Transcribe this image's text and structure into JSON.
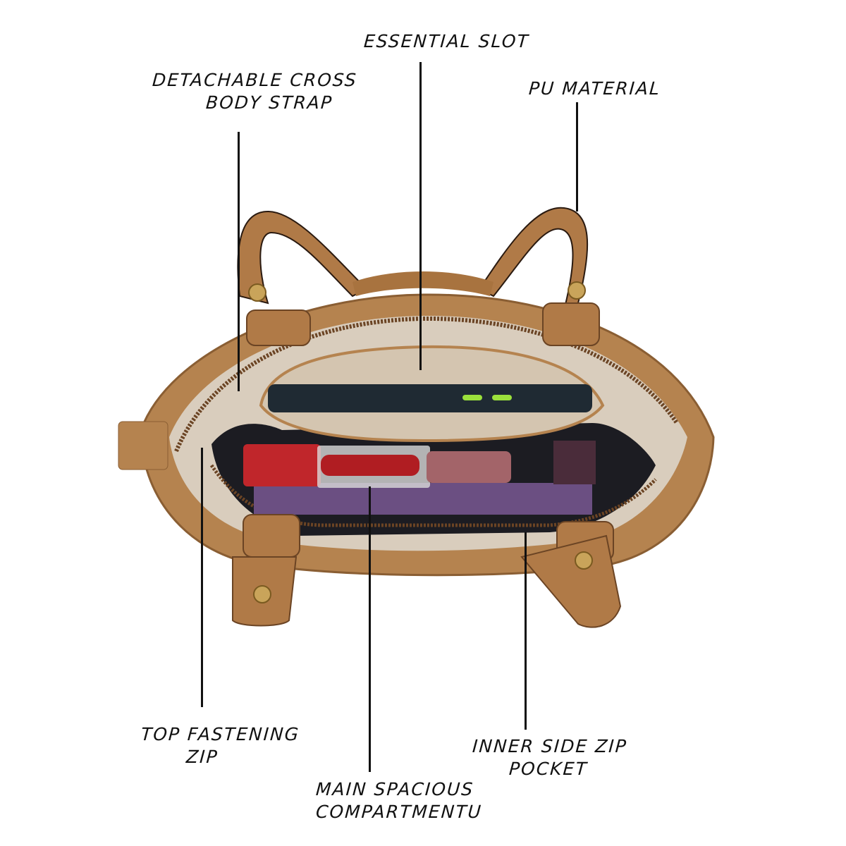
{
  "callouts": {
    "essential_slot": "ESSENTIAL SLOT",
    "detachable_strap_1": "DETACHABLE CROSS",
    "detachable_strap_2": "BODY STRAP",
    "pu_material": "PU MATERIAL",
    "top_zip_1": "TOP FASTENING",
    "top_zip_2": "ZIP",
    "main_compartment_1": "MAIN SPACIOUS",
    "main_compartment_2": "COMPARTMENTU",
    "inner_pocket_1": "INNER SIDE ZIP",
    "inner_pocket_2": "POCKET"
  },
  "colors": {
    "leather": "#b5834f",
    "lining": "#d9cdbd",
    "zip": "#6b4424",
    "phone": "#1f2a33"
  }
}
